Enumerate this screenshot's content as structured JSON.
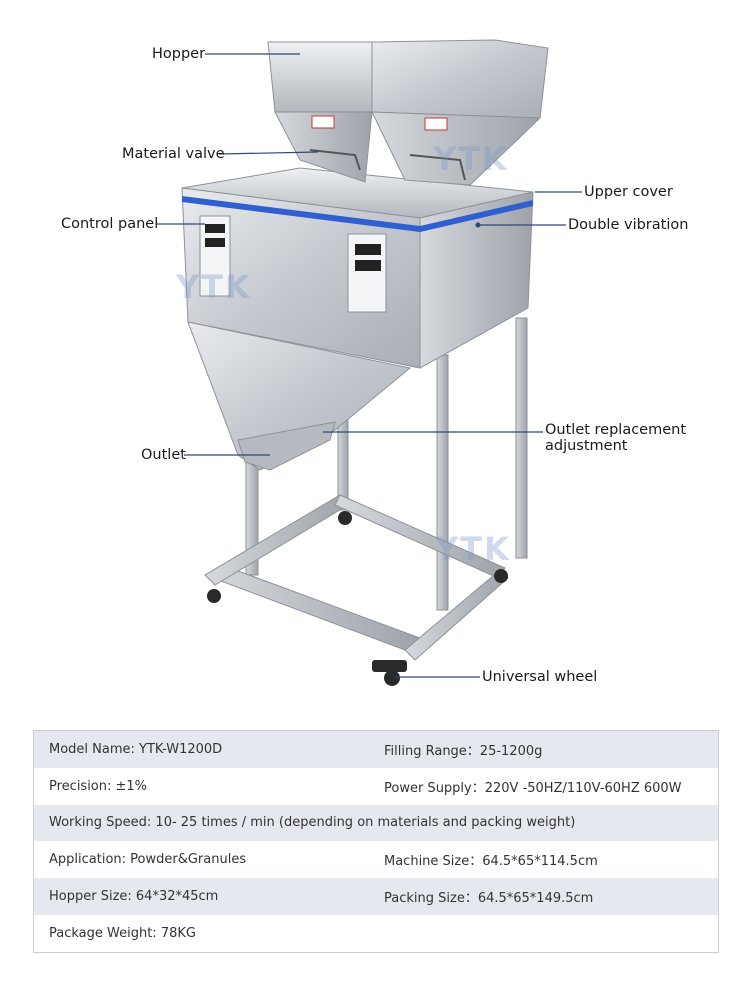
{
  "watermark": "YTK",
  "callouts": {
    "hopper": "Hopper",
    "material_valve": "Material valve",
    "control_panel": "Control panel",
    "outlet": "Outlet",
    "upper_cover": "Upper cover",
    "double_vibration": "Double vibration",
    "outlet_adjust_line1": "Outlet replacement",
    "outlet_adjust_line2": "adjustment",
    "universal_wheel": "Universal wheel"
  },
  "colors": {
    "leader_line": "#2a4a7a",
    "blue_band": "#2f5fd0",
    "steel": "#c8cbd0",
    "table_shade": "#e5e8ee"
  },
  "specs": {
    "r1": {
      "left": "Model Name: YTK-W1200D",
      "right": "Filling Range：25-1200g"
    },
    "r2": {
      "left": "Precision: ±1%",
      "right": "Power Supply：220V -50HZ/110V-60HZ 600W"
    },
    "r3": {
      "full": "Working Speed: 10- 25 times / min (depending on materials and packing weight)"
    },
    "r4": {
      "left": "Application: Powder&Granules",
      "right": "Machine Size：64.5*65*114.5cm"
    },
    "r5": {
      "left": "Hopper Size: 64*32*45cm",
      "right": "Packing Size：64.5*65*149.5cm"
    },
    "r6": {
      "left": "Package Weight: 78KG",
      "right": ""
    }
  }
}
